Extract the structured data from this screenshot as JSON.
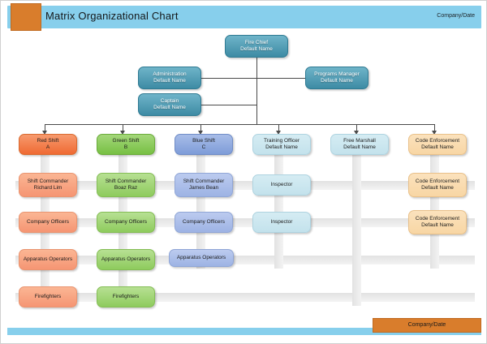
{
  "header": {
    "title": "Matrix Organizational Chart",
    "company_date": "Company/Date"
  },
  "footer": {
    "company_date": "Company/Date"
  },
  "tree": {
    "root": {
      "title": "Fire Chief",
      "name": "Default Name"
    },
    "staff_left": [
      {
        "title": "Administration",
        "name": "Default Name"
      },
      {
        "title": "Captain",
        "name": "Default Name"
      }
    ],
    "staff_right": [
      {
        "title": "Programs Manager",
        "name": "Default Name"
      }
    ]
  },
  "matrix": {
    "columns": [
      {
        "title": "Red Shift",
        "name": "A",
        "color": "#ef6a33"
      },
      {
        "title": "Green Shift",
        "name": "B",
        "color": "#77c043"
      },
      {
        "title": "Blue Shift",
        "name": "C",
        "color": "#7e9cd8"
      },
      {
        "title": "Training Officer",
        "name": "Default Name",
        "color": "#c3e2ec"
      },
      {
        "title": "Free Marshall",
        "name": "Default Name",
        "color": "#c3e2ec"
      },
      {
        "title": "Code Enforcement",
        "name": "Default Name",
        "color": "#f8d6a4"
      }
    ],
    "rows": [
      [
        {
          "title": "Shift Commander",
          "name": "Richard Lim"
        },
        {
          "title": "Shift Commander",
          "name": "Boaz Raz"
        },
        {
          "title": "Shift Commander",
          "name": "James Bean"
        },
        {
          "title": "Inspector",
          "name": ""
        },
        null,
        {
          "title": "Code Enforcement",
          "name": "Default Name"
        }
      ],
      [
        {
          "title": "Company Officers",
          "name": ""
        },
        {
          "title": "Company Officers",
          "name": ""
        },
        {
          "title": "Company Officers",
          "name": ""
        },
        {
          "title": "Inspector",
          "name": ""
        },
        null,
        {
          "title": "Code Enforcement",
          "name": "Default Name"
        }
      ],
      [
        {
          "title": "Apparatus Operators",
          "name": ""
        },
        {
          "title": "Apparatus Operators",
          "name": ""
        },
        {
          "title": "Apparatus Operators",
          "name": ""
        },
        null,
        null,
        null
      ],
      [
        {
          "title": "Firefighters",
          "name": ""
        },
        {
          "title": "Firefighters",
          "name": ""
        },
        null,
        null,
        null,
        null
      ]
    ]
  }
}
